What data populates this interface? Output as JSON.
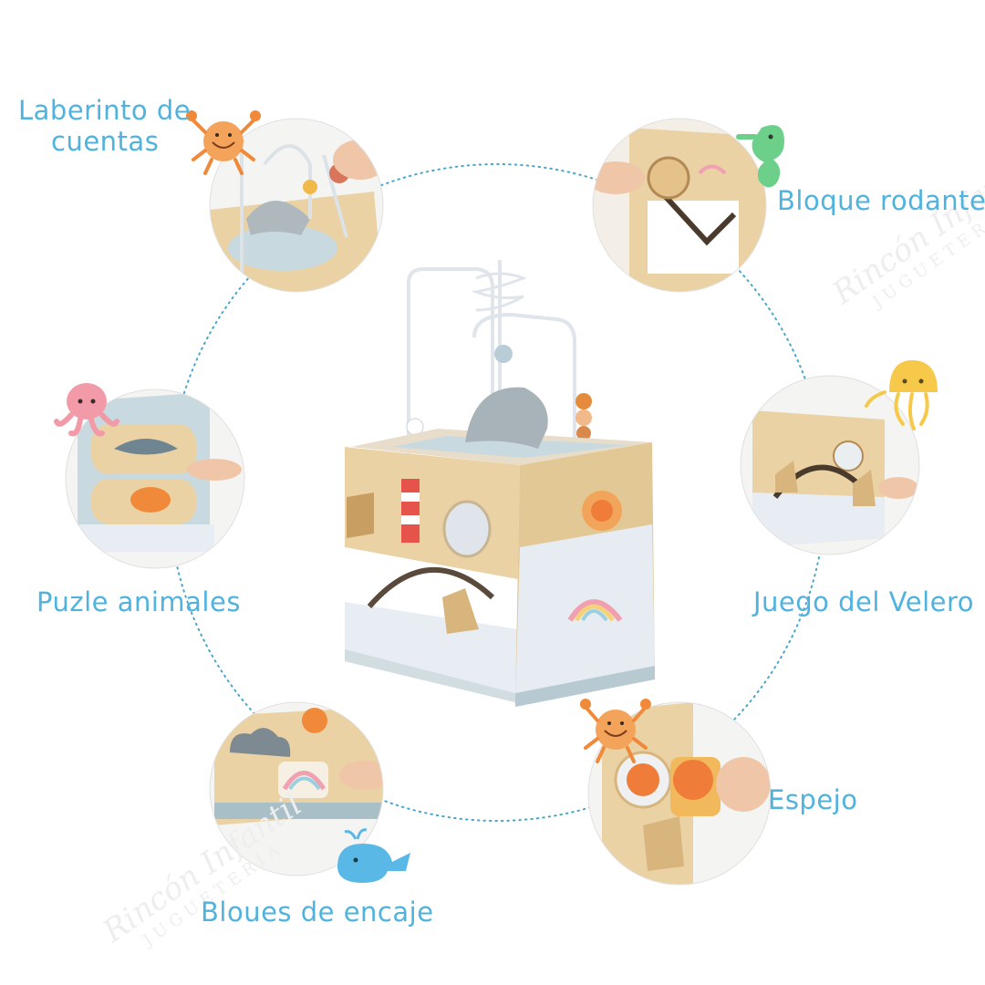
{
  "labels": {
    "laberinto_line1": "Laberinto de",
    "laberinto_line2": "cuentas",
    "bloque": "Bloque rodante",
    "puzle": "Puzle animales",
    "velero": "Juego del Velero",
    "espejo": "Espejo",
    "bloques": "Bloues de encaje"
  },
  "watermark": {
    "brand": "Rincón Infantil",
    "sub": "JUGUETERÍA"
  },
  "colors": {
    "label_text": "#4fb3de",
    "dotted_ring": "#4aa6c9",
    "wood": "#e8cfa3",
    "panel_blue": "#b9ccd4",
    "sea_white": "#eef2f6"
  },
  "icons": [
    "crab-icon",
    "seahorse-icon",
    "octopus-icon",
    "jellyfish-icon",
    "whale-icon"
  ]
}
